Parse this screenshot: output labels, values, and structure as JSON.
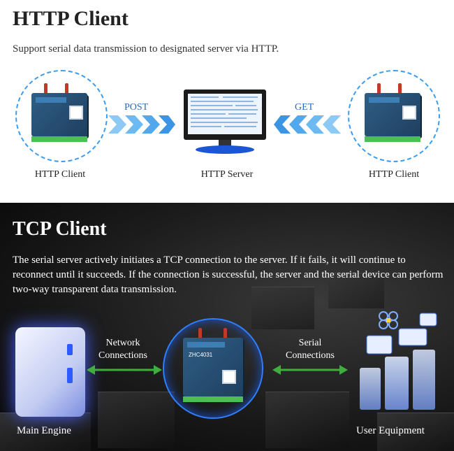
{
  "http_section": {
    "title": "HTTP Client",
    "subtitle": "Support serial data transmission to designated server via HTTP.",
    "left_label": "HTTP Client",
    "center_label": "HTTP Server",
    "right_label": "HTTP Client",
    "post_label": "POST",
    "get_label": "GET"
  },
  "tcp_section": {
    "title": "TCP Client",
    "description": "The serial server actively initiates a TCP connection to the server. If it fails, it will continue to reconnect until it succeeds. If the connection is successful, the server and the serial device can perform two-way transparent data transmission.",
    "network_label_line1": "Network",
    "network_label_line2": "Connections",
    "serial_label_line1": "Serial",
    "serial_label_line2": "Connections",
    "main_engine_label": "Main Engine",
    "user_equipment_label": "User Equipment",
    "device_model": "ZHC4031"
  },
  "colors": {
    "accent_blue": "#3b9cf0",
    "arrow_blue": "#5ab4f2",
    "arrow_green": "#3fae3f",
    "dark_bg": "#111111"
  }
}
